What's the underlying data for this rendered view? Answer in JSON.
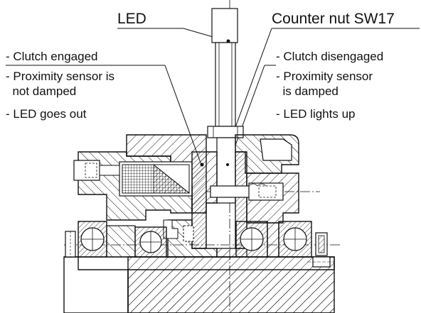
{
  "labels": {
    "led": "LED",
    "counter_nut": "Counter nut SW17"
  },
  "left_notes": {
    "line1": "- Clutch engaged",
    "line2": "- Proximity sensor is",
    "line3": "  not damped",
    "line4": "- LED goes out"
  },
  "right_notes": {
    "line1": "- Clutch disengaged",
    "line2": "- Proximity sensor",
    "line3": "  is damped",
    "line4": "- LED lights up"
  }
}
